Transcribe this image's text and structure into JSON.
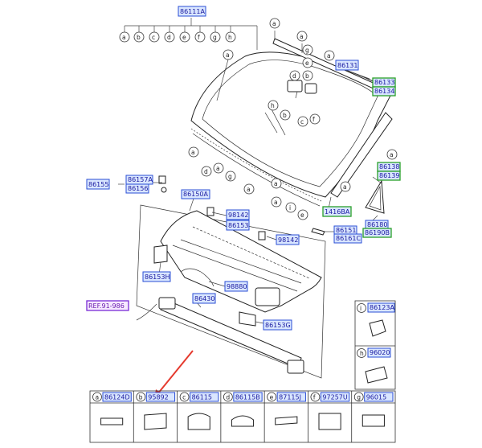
{
  "labels": {
    "p86111A": "86111A",
    "p86131": "86131",
    "p86133": "86133",
    "p86134": "86134",
    "p86138": "86138",
    "p86139": "86139",
    "p86155": "86155",
    "p86157A": "86157A",
    "p86156": "86156",
    "p86150A": "86150A",
    "p1416BA": "1416BA",
    "p86180": "86180",
    "p86190B": "86190B",
    "p98142a": "98142",
    "p86153": "86153",
    "p98142b": "98142",
    "p86151": "86151",
    "p86161C": "86161C",
    "p86153H": "86153H",
    "p98880": "98880",
    "p86430": "86430",
    "p86153G": "86153G",
    "ref": "REF.91-986"
  },
  "top_letters": [
    "a",
    "b",
    "c",
    "d",
    "e",
    "f",
    "g",
    "h"
  ],
  "table": [
    {
      "letter": "a",
      "part": "86124D"
    },
    {
      "letter": "b",
      "part": "95892"
    },
    {
      "letter": "c",
      "part": "86115"
    },
    {
      "letter": "d",
      "part": "86115B"
    },
    {
      "letter": "e",
      "part": "87115J"
    },
    {
      "letter": "f",
      "part": "97257U"
    },
    {
      "letter": "g",
      "part": "96015"
    }
  ],
  "side_table": [
    {
      "letter": "i",
      "part": "86123A"
    },
    {
      "letter": "h",
      "part": "96020"
    }
  ],
  "highlight_color": "#e53a2e"
}
